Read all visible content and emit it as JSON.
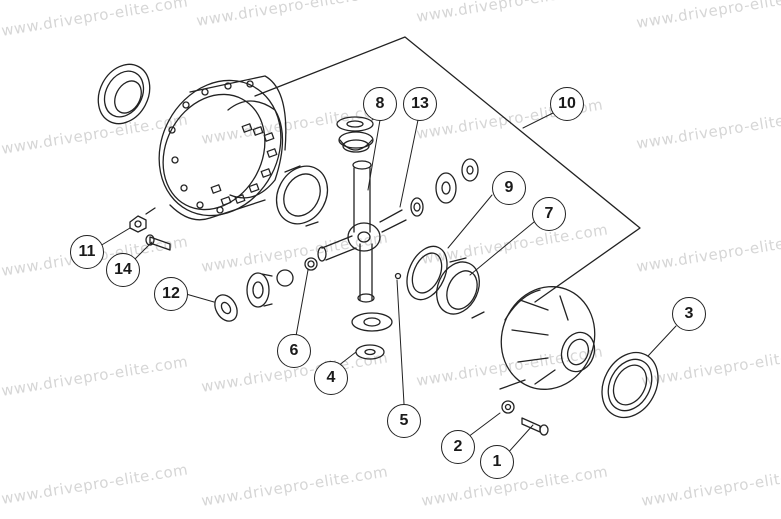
{
  "watermark": {
    "text": "www.drivepro-elite.com"
  },
  "colors": {
    "line": "#222222",
    "watermark": "#d6d6d6",
    "background": "#ffffff"
  },
  "callouts": [
    {
      "id": "p1",
      "label": "1"
    },
    {
      "id": "p2",
      "label": "2"
    },
    {
      "id": "p3",
      "label": "3"
    },
    {
      "id": "p4",
      "label": "4"
    },
    {
      "id": "p5",
      "label": "5"
    },
    {
      "id": "p6",
      "label": "6"
    },
    {
      "id": "p7",
      "label": "7"
    },
    {
      "id": "p8",
      "label": "8"
    },
    {
      "id": "p9",
      "label": "9"
    },
    {
      "id": "p10",
      "label": "10"
    },
    {
      "id": "p11",
      "label": "11"
    },
    {
      "id": "p12",
      "label": "12"
    },
    {
      "id": "p13",
      "label": "13"
    },
    {
      "id": "p14",
      "label": "14"
    }
  ]
}
